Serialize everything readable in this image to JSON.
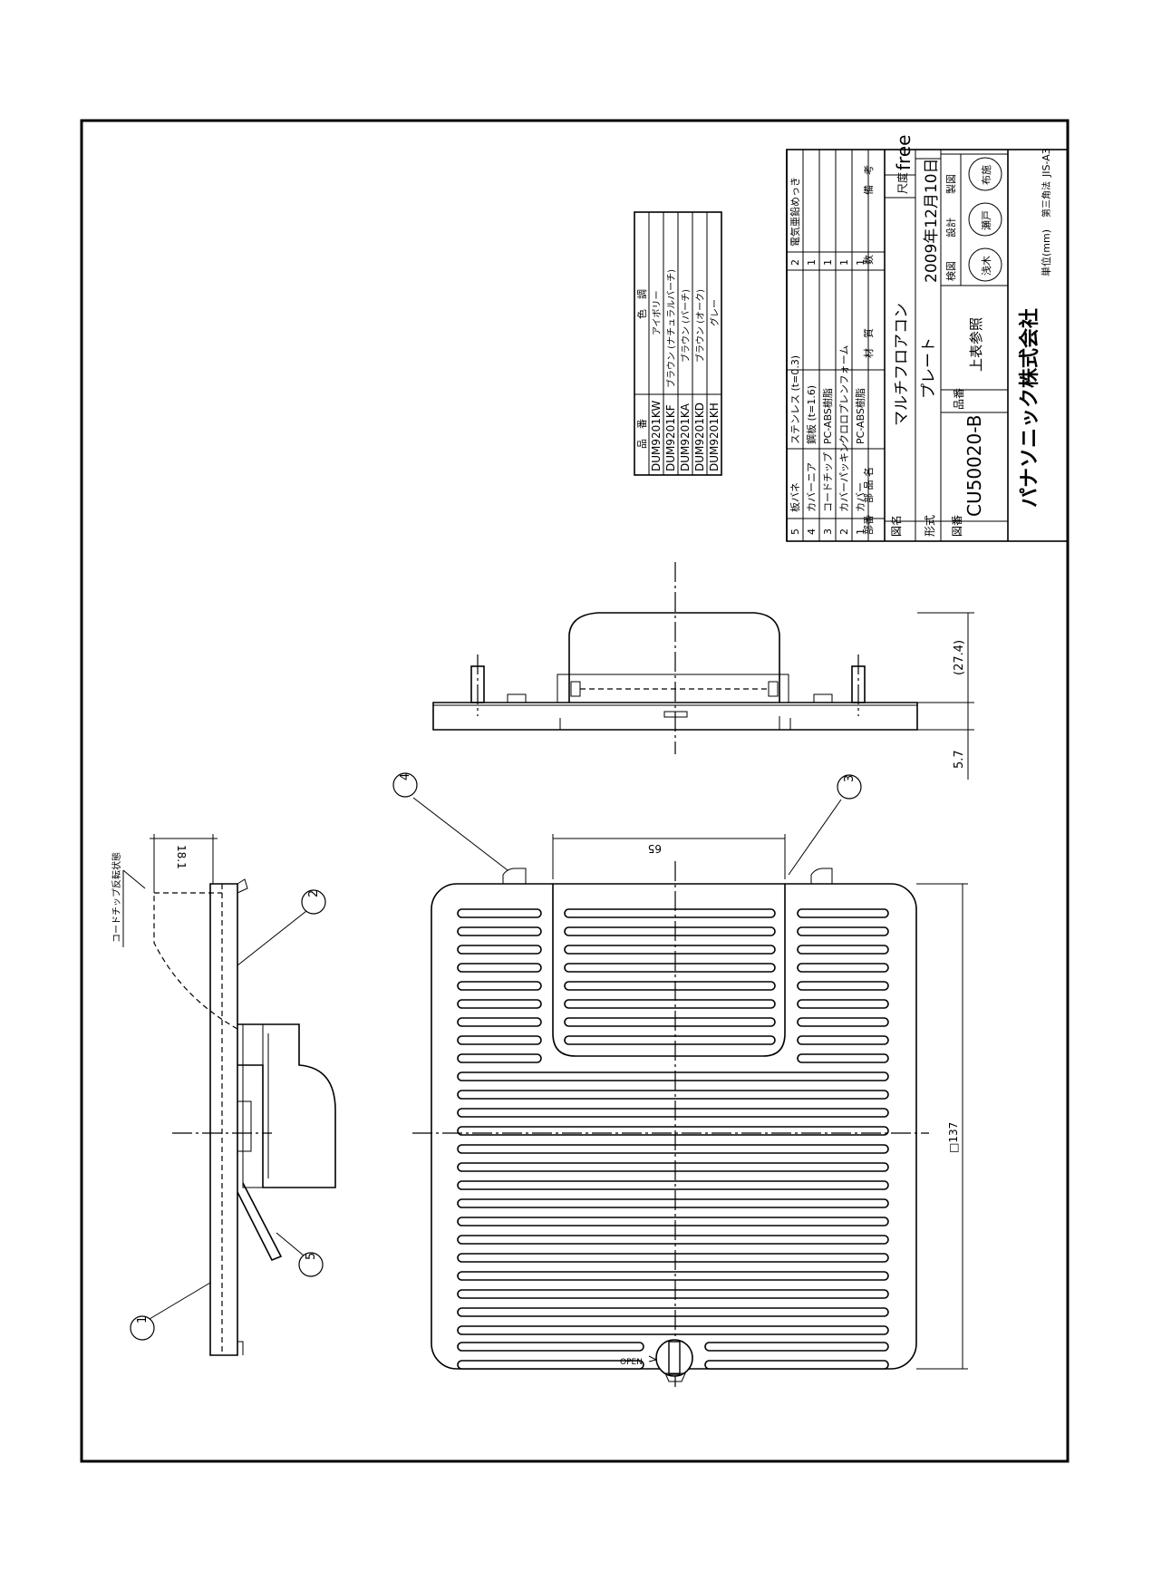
{
  "title_block": {
    "parts_header": {
      "no": "部番",
      "name": "部 品 名",
      "material": "材　質",
      "qty": "数",
      "note": "備　考"
    },
    "parts": [
      {
        "no": "5",
        "name": "板バネ",
        "material": "ステンレス (t=0.3)",
        "qty": "2",
        "note": "電気亜鉛めっき"
      },
      {
        "no": "4",
        "name": "カバーニア",
        "material": "鋼板 (t=1.6)",
        "qty": "1",
        "note": ""
      },
      {
        "no": "3",
        "name": "コードチップ",
        "material": "PC-ABS樹脂",
        "qty": "1",
        "note": ""
      },
      {
        "no": "2",
        "name": "カバーパッキン",
        "material": "クロロプレンフォーム",
        "qty": "1",
        "note": ""
      },
      {
        "no": "1",
        "name": "カバー",
        "material": "PC-ABS樹脂",
        "qty": "1",
        "note": ""
      }
    ],
    "drawing_name_label": "図名",
    "drawing_name": "マルチフロアコン",
    "model_label": "形式",
    "model": "プレート",
    "drawing_no_label": "図番",
    "drawing_no": "CU50020-B",
    "product_no_label": "品番",
    "product_no": "上表参照",
    "scale_label": "尺度",
    "scale": "free",
    "date": "2009年12月10日",
    "roles": [
      "検図",
      "設計",
      "製図"
    ],
    "stamps": [
      "浅木",
      "瀬戸",
      "布施"
    ],
    "company": "パナソニック株式会社",
    "unit": "単位(mm)",
    "projection": "第三角法",
    "paper": "JIS-A3"
  },
  "color_table": {
    "header_part": "品　番",
    "header_color": "色　調",
    "rows": [
      {
        "part": "DUM9201KW",
        "color": "アイボリー"
      },
      {
        "part": "DUM9201KF",
        "color": "ブラウン (ナチュラルバーチ)"
      },
      {
        "part": "DUM9201KA",
        "color": "ブラウン (バーチ)"
      },
      {
        "part": "DUM9201KD",
        "color": "ブラウン (オーク)"
      },
      {
        "part": "DUM9201KH",
        "color": "グレー"
      }
    ]
  },
  "dimensions": {
    "cord_opening": "65",
    "plate_size": "□137",
    "depth": "(27.4)",
    "plate_thickness": "5.7",
    "side_height": "18.1"
  },
  "annotations": {
    "open_label": "OPEN",
    "cord_chip_note": "コードチップ反転状態"
  },
  "balloons": [
    "1",
    "2",
    "3",
    "4",
    "5"
  ]
}
